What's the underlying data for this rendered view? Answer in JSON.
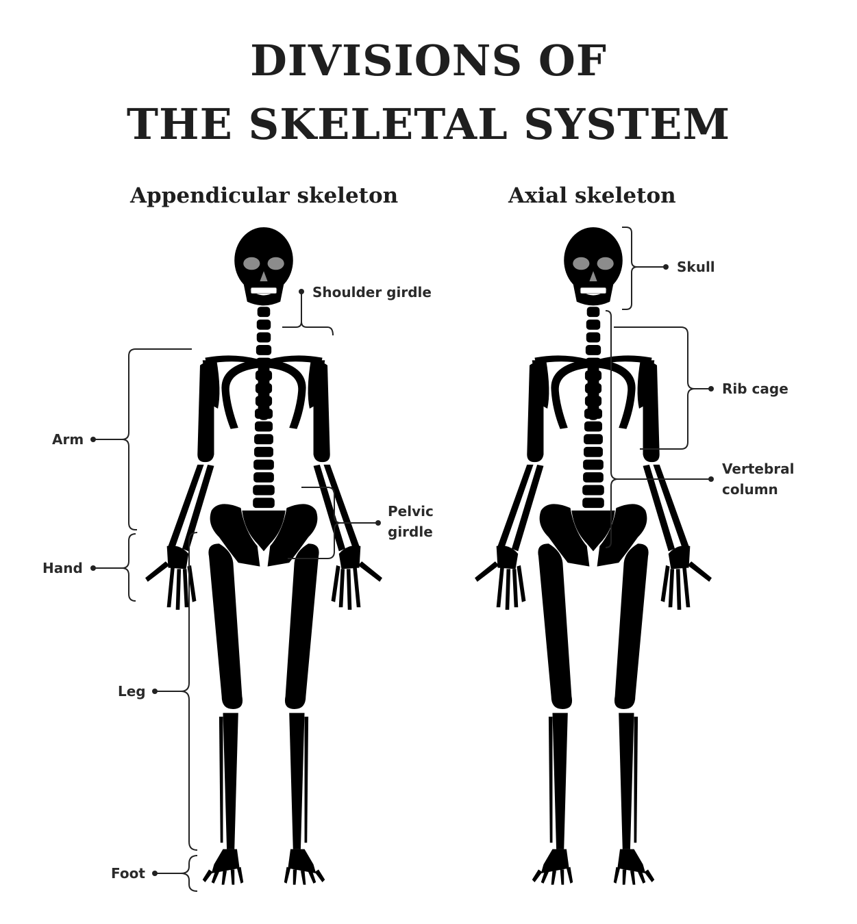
{
  "title": {
    "line1": "DIVISIONS OF",
    "line2": "THE SKELETAL SYSTEM"
  },
  "panels": {
    "appendicular": {
      "heading": "Appendicular skeleton"
    },
    "axial": {
      "heading": "Axial skeleton"
    }
  },
  "labels": {
    "shoulder_girdle": "Shoulder girdle",
    "arm": "Arm",
    "hand": "Hand",
    "pelvic_girdle_1": "Pelvic",
    "pelvic_girdle_2": "girdle",
    "leg": "Leg",
    "foot": "Foot",
    "skull": "Skull",
    "rib_cage": "Rib cage",
    "vertebral_column_1": "Vertebral",
    "vertebral_column_2": "column"
  },
  "colors": {
    "appendicular_highlight": "#7fc6ea",
    "axial_highlight": "#f8c53a",
    "bone_neutral": "#d7d3cb",
    "bone_outline": "#b4afa6",
    "leader_line": "#222222"
  }
}
